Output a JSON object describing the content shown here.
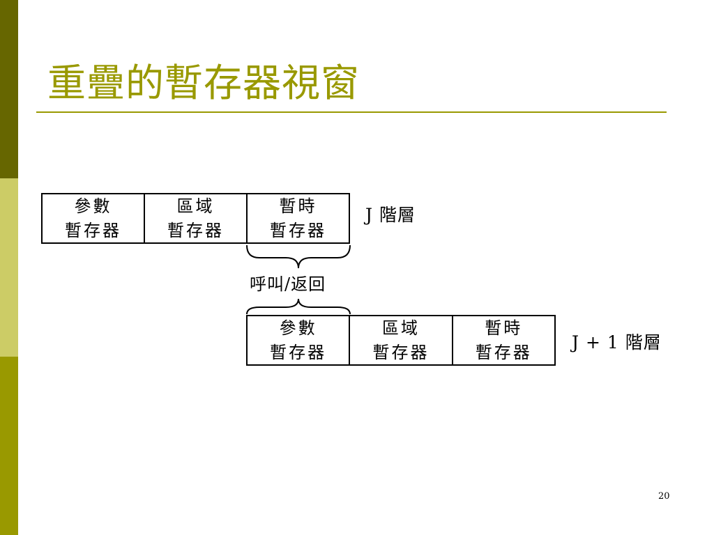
{
  "slide": {
    "title": "重疊的暫存器視窗",
    "page_number": "20"
  },
  "theme": {
    "sidebar_top": "#666600",
    "sidebar_mid": "#CCCC66",
    "sidebar_bottom": "#999900",
    "title_color": "#999900",
    "rule_color": "#999900"
  },
  "diagram": {
    "layer_j": {
      "label": "J  階層",
      "cells": [
        {
          "line1": "參數",
          "line2": "暫存器"
        },
        {
          "line1": "區域",
          "line2": "暫存器"
        },
        {
          "line1": "暫時",
          "line2": "暫存器"
        }
      ]
    },
    "call_return_label": "呼叫/返回",
    "layer_j1": {
      "label": "J + 1  階層",
      "cells": [
        {
          "line1": "參數",
          "line2": "暫存器"
        },
        {
          "line1": "區域",
          "line2": "暫存器"
        },
        {
          "line1": "暫時",
          "line2": "暫存器"
        }
      ]
    }
  }
}
